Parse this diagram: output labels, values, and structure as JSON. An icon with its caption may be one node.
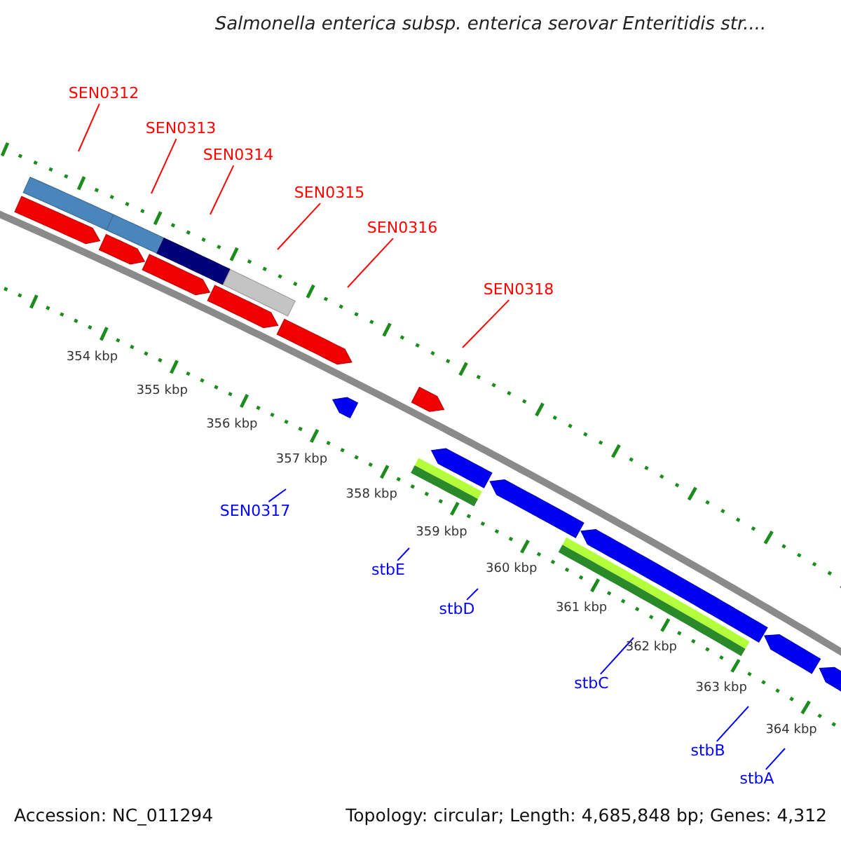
{
  "diagram": {
    "title": "Salmonella enterica subsp. enterica serovar Enteritidis str....",
    "nodes": [
      {
        "text": [
          "SEN0312"
        ]
      },
      {
        "text": [
          "SEN0313"
        ]
      },
      {
        "text": [
          "SEN0314"
        ]
      },
      {
        "text": [
          "SEN0315"
        ]
      },
      {
        "text": [
          "SEN0316"
        ]
      },
      {
        "text": [
          "SEN0318"
        ]
      },
      {
        "text": [
          "SEN0317"
        ]
      },
      {
        "text": [
          "stbE"
        ]
      },
      {
        "text": [
          "stbD"
        ]
      },
      {
        "text": [
          "stbC"
        ]
      },
      {
        "text": [
          "stbB"
        ]
      },
      {
        "text": [
          "stbA"
        ]
      }
    ],
    "edges": [
      {
        "from": 0,
        "to": null,
        "arrow": "none",
        "color": "#ff0000"
      },
      {
        "from": 1,
        "to": null,
        "arrow": "none",
        "color": "#ff0000"
      },
      {
        "from": 2,
        "to": null,
        "arrow": "none",
        "color": "#ff0000"
      },
      {
        "from": 3,
        "to": null,
        "arrow": "none",
        "color": "#ff0000"
      },
      {
        "from": 4,
        "to": null,
        "arrow": "none",
        "color": "#ff0000"
      },
      {
        "from": 5,
        "to": null,
        "arrow": "none",
        "color": "#ff0000"
      },
      {
        "from": 6,
        "to": null,
        "arrow": "none",
        "color": "#0000ff"
      },
      {
        "from": 7,
        "to": null,
        "arrow": "none",
        "color": "#0000ff"
      },
      {
        "from": 8,
        "to": null,
        "arrow": "none",
        "color": "#0000ff"
      },
      {
        "from": 9,
        "to": null,
        "arrow": "none",
        "color": "#0000ff"
      },
      {
        "from": 10,
        "to": null,
        "arrow": "none",
        "color": "#0000ff"
      },
      {
        "from": 11,
        "to": null,
        "arrow": "none",
        "color": "#0000ff"
      }
    ],
    "labels": [
      "354 kbp",
      "355 kbp",
      "356 kbp",
      "357 kbp",
      "358 kbp",
      "359 kbp",
      "360 kbp",
      "361 kbp",
      "362 kbp",
      "363 kbp",
      "364 kbp",
      "Accession: NC_011294",
      "Topology: circular; Length: 4,685,848 bp; Genes: 4,312"
    ]
  }
}
